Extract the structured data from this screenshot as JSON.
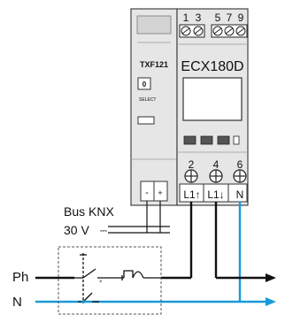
{
  "terminals_top": [
    "1",
    "3",
    "5",
    "7",
    "9"
  ],
  "module_left": {
    "label": "TXF121",
    "display_value": "0",
    "select_label": "SELECT"
  },
  "module_right": {
    "label": "ECX180D"
  },
  "terminals_bottom": [
    {
      "number": "2",
      "label": "L1↑"
    },
    {
      "number": "4",
      "label": "L1↓"
    },
    {
      "number": "6",
      "label": "N"
    }
  ],
  "bus_terminals": {
    "minus": "-",
    "plus": "+"
  },
  "bus_label": "Bus KNX",
  "voltage_label": "30 V",
  "voltage_symbol": "⎓",
  "line_labels": {
    "phase": "Ph",
    "neutral": "N"
  },
  "colors": {
    "phase_wire": "#111111",
    "neutral_wire": "#1a9ad6",
    "device_body": "#e3e3e3",
    "device_outline": "#333333"
  }
}
